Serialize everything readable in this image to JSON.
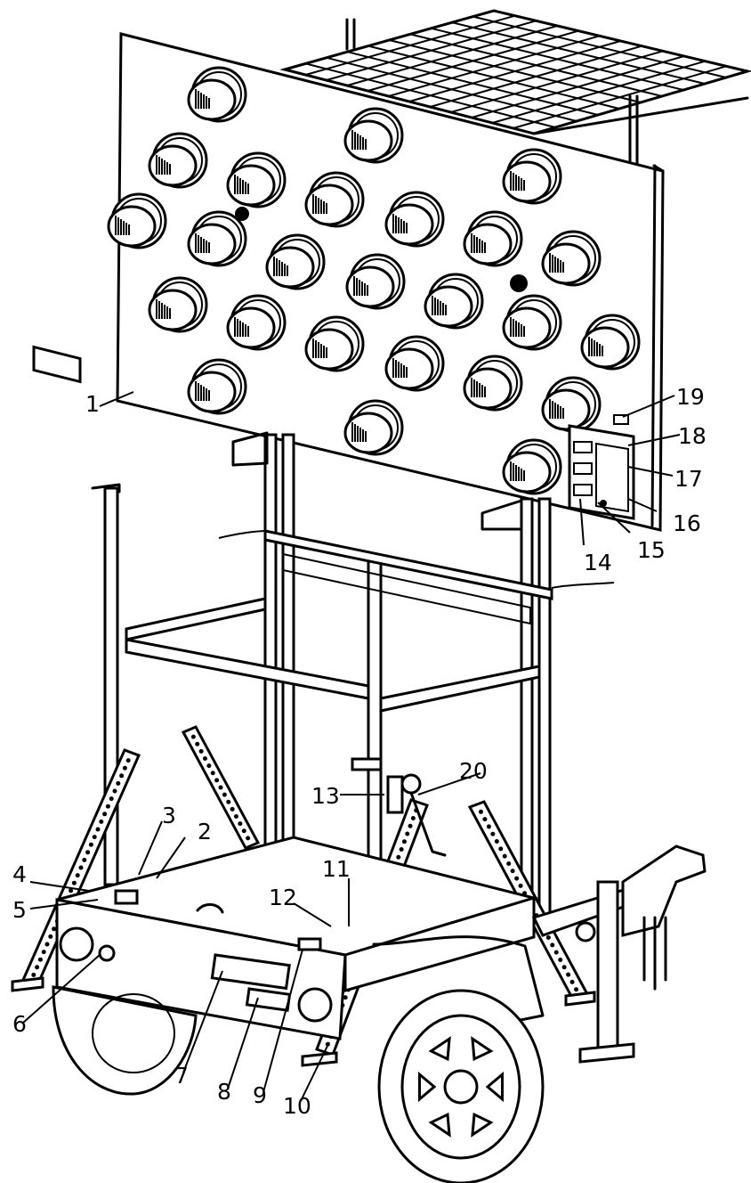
{
  "figure": {
    "callouts": [
      {
        "id": "c1",
        "label": "1"
      },
      {
        "id": "c2",
        "label": "2"
      },
      {
        "id": "c3",
        "label": "3"
      },
      {
        "id": "c4",
        "label": "4"
      },
      {
        "id": "c5",
        "label": "5"
      },
      {
        "id": "c6",
        "label": "6"
      },
      {
        "id": "c7",
        "label": "7"
      },
      {
        "id": "c8",
        "label": "8"
      },
      {
        "id": "c9",
        "label": "9"
      },
      {
        "id": "c10",
        "label": "10"
      },
      {
        "id": "c11",
        "label": "11"
      },
      {
        "id": "c12",
        "label": "12"
      },
      {
        "id": "c13",
        "label": "13"
      },
      {
        "id": "c14",
        "label": "14"
      },
      {
        "id": "c15",
        "label": "15"
      },
      {
        "id": "c16",
        "label": "16"
      },
      {
        "id": "c17",
        "label": "17"
      },
      {
        "id": "c18",
        "label": "18"
      },
      {
        "id": "c19",
        "label": "19"
      },
      {
        "id": "c20",
        "label": "20"
      }
    ]
  }
}
